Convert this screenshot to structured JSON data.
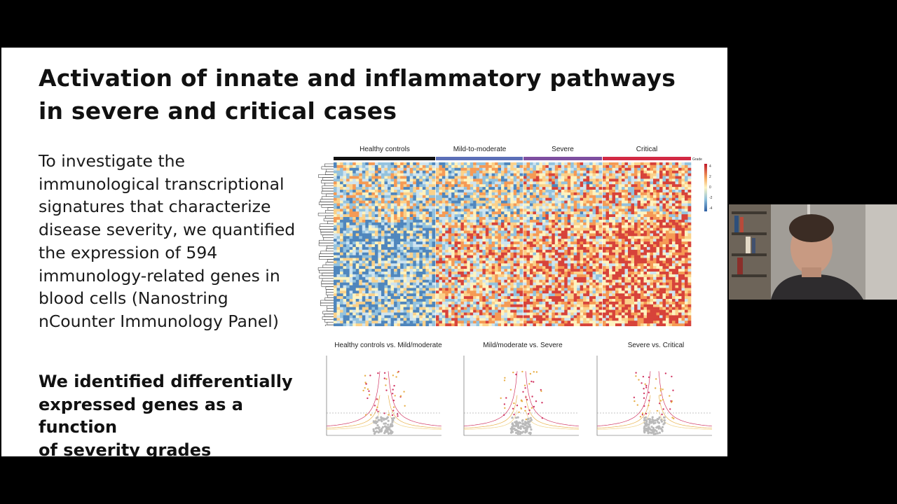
{
  "slide": {
    "title_line1": "Activation of innate and inflammatory pathways",
    "title_line2": "in severe and critical cases",
    "body_lines": [
      "To investigate the",
      "immunological transcriptional",
      "signatures that characterize",
      "disease severity, we quantified",
      "the expression of 594",
      "immunology-related genes in",
      "blood cells (Nanostring",
      "nCounter Immunology Panel)"
    ],
    "bold_lines": [
      "We identified differentially",
      "expressed genes as a function",
      "of severity grades"
    ]
  },
  "heatmap": {
    "groups": [
      {
        "label": "Healthy controls",
        "color": "#111111"
      },
      {
        "label": "Mild-to-moderate",
        "color": "#5b6fb7"
      },
      {
        "label": "Severe",
        "color": "#7e4fa0"
      },
      {
        "label": "Critical",
        "color": "#d22a44"
      }
    ],
    "legend_title": "Grade",
    "scale_ticks": [
      "4",
      "2",
      "0",
      "-2",
      "-4"
    ]
  },
  "volcano": {
    "panels": [
      {
        "title": "Healthy controls vs. Mild/moderate"
      },
      {
        "title": "Mild/moderate vs. Severe"
      },
      {
        "title": "Severe vs. Critical"
      }
    ]
  },
  "webcam": {
    "label": "presenter-video"
  }
}
